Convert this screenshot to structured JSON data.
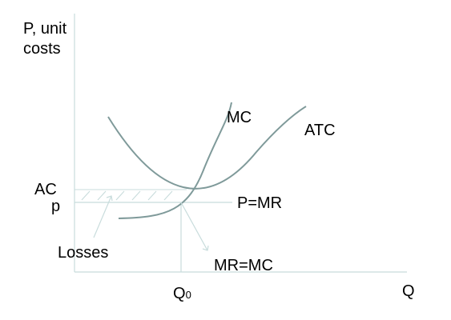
{
  "axes": {
    "y_label_line1": "P, unit",
    "y_label_line2": "costs",
    "x_label": "Q"
  },
  "curves": {
    "mc": "MC",
    "atc": "ATC"
  },
  "levels": {
    "ac": "AC",
    "p": "p",
    "demand": "P=MR"
  },
  "annotations": {
    "losses": "Losses",
    "profit_rule": "MR=MC"
  },
  "quantity": {
    "base": "Q",
    "subscript": "0"
  },
  "colors": {
    "axis": "#c8dcdc",
    "curve": "#7f9a9a",
    "hatch": "#c8dcdc",
    "text": "#000000"
  }
}
